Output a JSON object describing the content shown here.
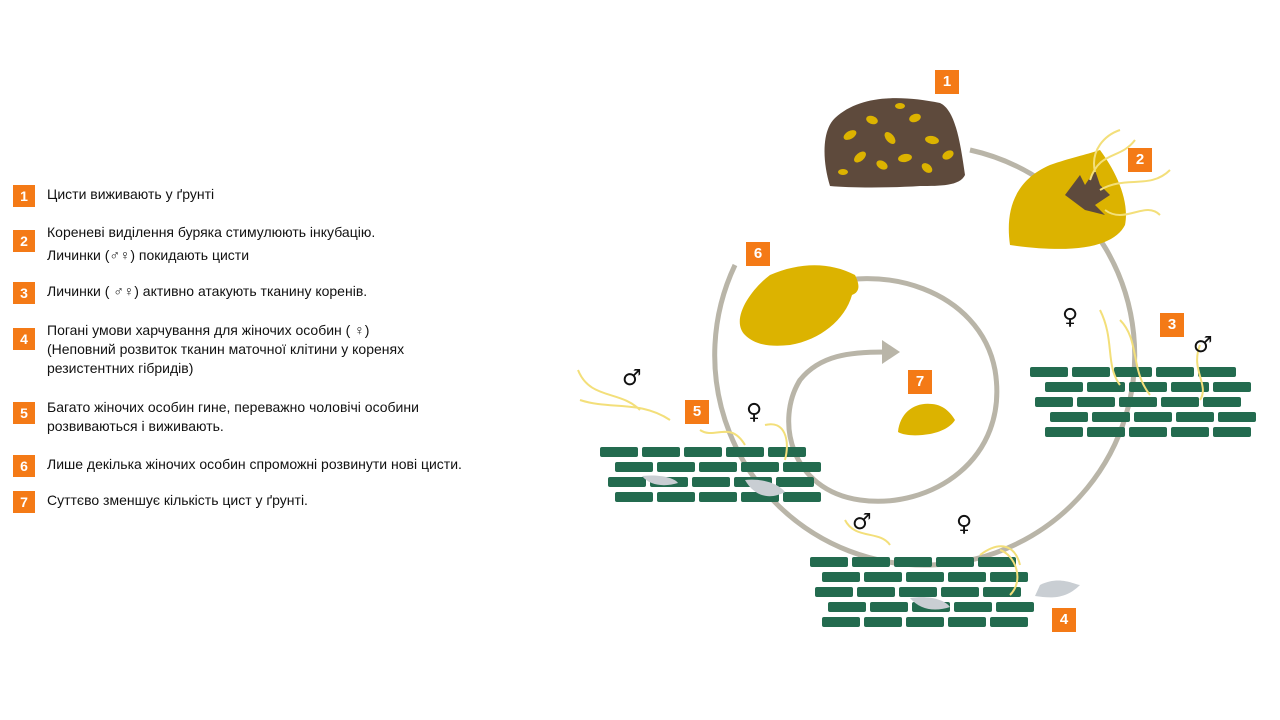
{
  "legend": [
    {
      "num": "1",
      "lines": [
        "Цисти виживають у ґрунті"
      ]
    },
    {
      "num": "2",
      "lines": [
        "Кореневі виділення буряка стимулюють інкубацію.",
        "Личинки (♂♀) покидають цисти"
      ]
    },
    {
      "num": "3",
      "lines": [
        "Личинки ( ♂♀)   активно атакують тканину коренів."
      ]
    },
    {
      "num": "4",
      "lines": [
        "Погані умови харчування для жіночих особин ( ♀)",
        "(Неповний розвиток тканин маточної клітини у коренях",
        "резистентних гібридів)"
      ]
    },
    {
      "num": "5",
      "lines": [
        "Багато жіночих особин гине, переважно чоловічі особини",
        "розвиваються і виживають."
      ]
    },
    {
      "num": "6",
      "lines": [
        "Лише декілька жіночих особин спроможні розвинути нові цисти."
      ]
    },
    {
      "num": "7",
      "lines": [
        "Суттєво зменшує кількість цист у ґрунті."
      ]
    }
  ],
  "diagram": {
    "stage_numbers": [
      "1",
      "2",
      "3",
      "4",
      "5",
      "6",
      "7"
    ],
    "male_symbol": "♂",
    "female_symbol": "♀",
    "colors": {
      "accent": "#f47a16",
      "cyst": "#dcb300",
      "soil": "#5e4a3c",
      "root_tissue": "#236b4f",
      "cycle_path": "#b9b5a8",
      "larva": "#f3df7a",
      "damaged": "#c9ced3"
    }
  }
}
